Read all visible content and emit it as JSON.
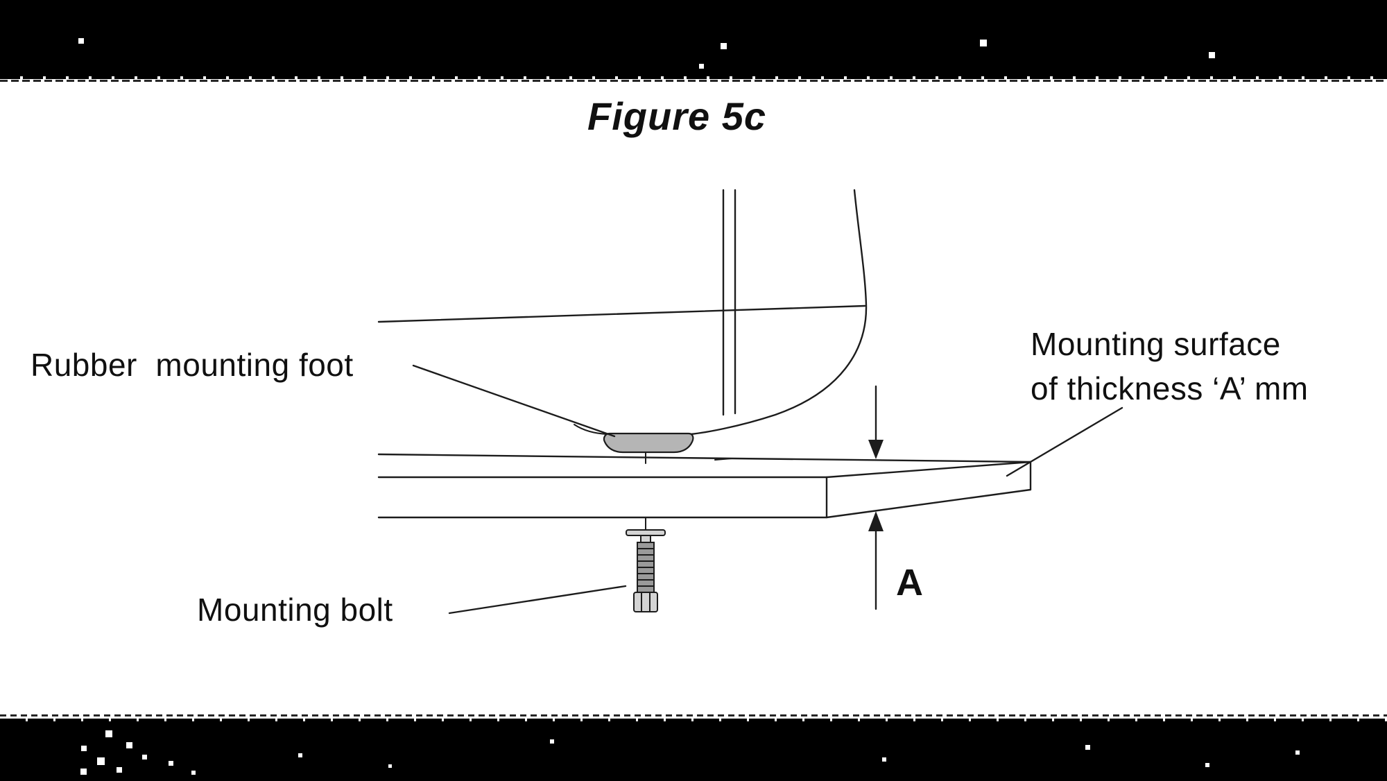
{
  "figure": {
    "title": "Figure 5c"
  },
  "labels": {
    "rubber_foot": "Rubber  mounting foot",
    "mounting_surface_line1": "Mounting surface",
    "mounting_surface_line2": "of thickness ‘A’ mm",
    "mounting_bolt": "Mounting bolt",
    "thickness_dimension": "A"
  },
  "colors": {
    "page_bg": "#ffffff",
    "bar": "#000000",
    "line": "#1c1c1c",
    "foot_fill": "#b5b5b5",
    "metal_fill": "#d4d4d4",
    "thread_fill": "#9a9a9a"
  }
}
